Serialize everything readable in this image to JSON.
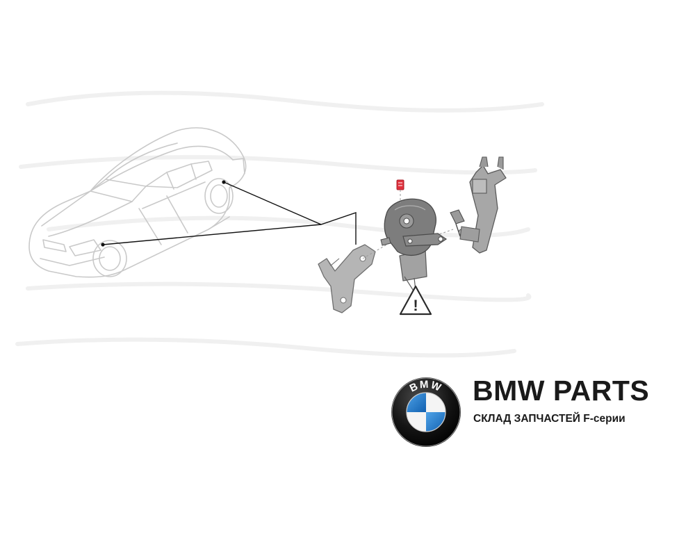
{
  "brand": {
    "title": "BMW PARTS",
    "subtitle": "СКЛАД ЗАПЧАСТЕЙ F-серии",
    "logo_letters": "BMW"
  },
  "diagram": {
    "warning_symbol": "!",
    "icons": [
      "car-outline-icon",
      "ride-height-sensor-icon",
      "bracket-icon",
      "linkage-arm-icon",
      "warning-triangle-icon"
    ]
  },
  "colors": {
    "accent_red": "#e0313d",
    "logo_blue": "#1b74c6",
    "part_gray": "#8c8c8c",
    "outline_gray": "#c8c8c8"
  }
}
